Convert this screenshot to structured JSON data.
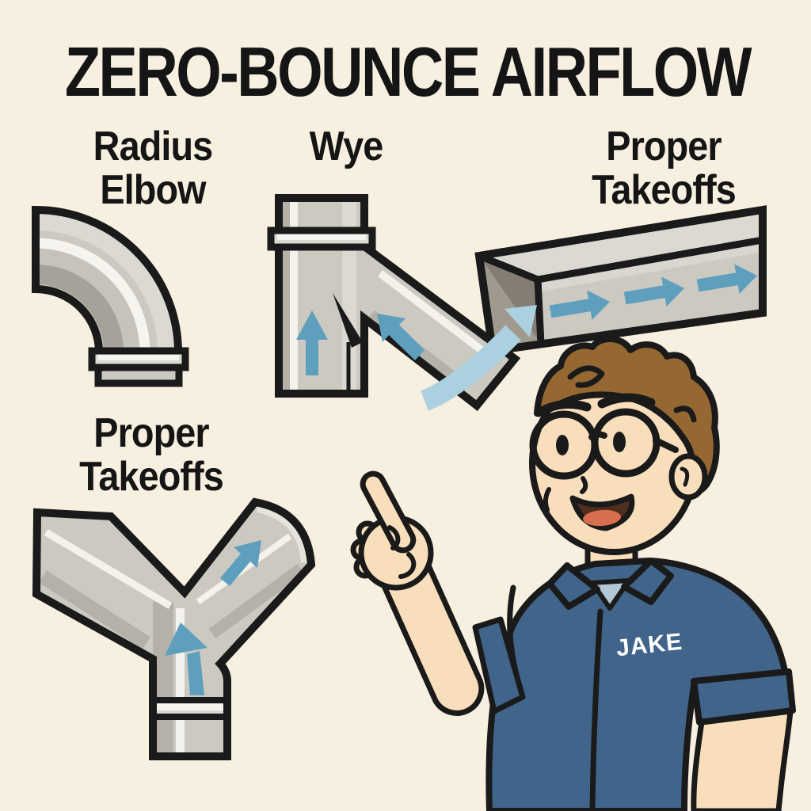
{
  "title": "ZERO-BOUNCE AIRFLOW",
  "sections": {
    "radius_elbow": {
      "label_line1": "Radius",
      "label_line2": "Elbow"
    },
    "wye": {
      "label": "Wye"
    },
    "takeoffs_top": {
      "label_line1": "Proper",
      "label_line2": "Takeoffs"
    },
    "takeoffs_bottom": {
      "label_line1": "Proper",
      "label_line2": "Takeoffs"
    }
  },
  "character": {
    "shirt_name": "JAKE"
  },
  "colors": {
    "background": "#f7efdf",
    "outline": "#1a1a1a",
    "duct_gray": "#ccc9c1",
    "duct_light": "#dcd9d2",
    "duct_highlight": "#f6f4ef",
    "duct_shade": "#a7a299",
    "duct_dark_interior": "#8f8a80",
    "arrow_blue": "#5f9fbe",
    "arrow_light_blue": "#abd0e0",
    "shirt_blue": "#41648a",
    "undershirt_blue": "#b4c7d6",
    "skin": "#f9debb",
    "hair_brown": "#966831",
    "mouth_interior": "#4e2e1c",
    "tongue_orange": "#d96e4e",
    "title_color": "#151515",
    "shirt_text_color": "#ffffff"
  }
}
